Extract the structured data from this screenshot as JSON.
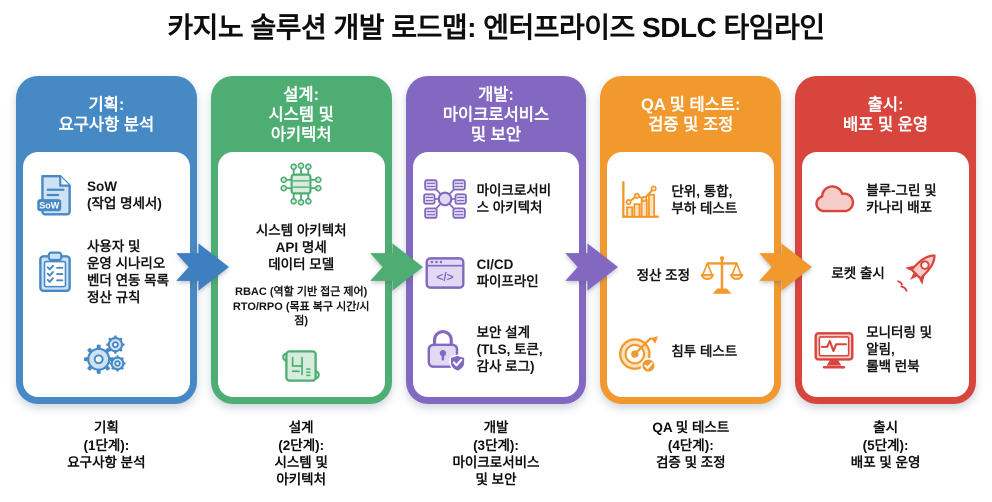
{
  "title": "카지노 솔루션 개발 로드맵: 엔터프라이즈 SDLC 타임라인",
  "arrow_colors": [
    "#3d7fc1",
    "#4ead72",
    "#8268c0",
    "#f2992e"
  ],
  "icon_texts": {
    "sow_badge": "SoW",
    "code_glyph": "</>"
  },
  "stages": [
    {
      "name": "planning",
      "color": "#4689c5",
      "tint": "#cfe2f4",
      "header": "기획:\n요구사항 분석",
      "items": [
        {
          "icon": "sow-document",
          "text": "SoW\n(작업 명세서)"
        },
        {
          "icon": "clipboard-checklist",
          "text": "사용자 및\n운영 시나리오\n벤더 연동 목록\n정산 규칙"
        },
        {
          "icon": "gears",
          "text": ""
        }
      ],
      "footer": "기획\n(1단계):\n요구사항 분석"
    },
    {
      "name": "design",
      "color": "#4ead72",
      "tint": "#d6ecdd",
      "header": "설계:\n시스템 및\n아키텍처",
      "items": [
        {
          "icon": "network-chip",
          "text": ""
        },
        {
          "icon": "",
          "text": "시스템 아키텍처\nAPI 명세\n데이터 모델"
        },
        {
          "icon": "",
          "text": "RBAC (역할 기반 접근 제어)\nRTO/RPO (목표 복구 시간/시점)"
        },
        {
          "icon": "blueprint-scroll",
          "text": ""
        }
      ],
      "footer": "설계\n(2단계):\n시스템 및\n아키텍처"
    },
    {
      "name": "development",
      "color": "#8268c0",
      "tint": "#e2d9f3",
      "header": "개발:\n마이크로서비스\n및 보안",
      "items": [
        {
          "icon": "microservices",
          "text": "마이크로서비\n스 아키텍처"
        },
        {
          "icon": "code-window",
          "text": "CI/CD\n파이프라인"
        },
        {
          "icon": "lock-shield",
          "text": "보안 설계\n(TLS, 토큰,\n감사 로그)"
        }
      ],
      "footer": "개발\n(3단계):\n마이크로서비스\n및 보안"
    },
    {
      "name": "qa-testing",
      "color": "#f2992e",
      "tint": "#fce3c0",
      "header": "QA 및 테스트:\n검증 및 조정",
      "items": [
        {
          "icon": "bar-chart",
          "text": "단위, 통합,\n부하 테스트"
        },
        {
          "icon": "balance-scale",
          "text": "정산 조정"
        },
        {
          "icon": "target-dart",
          "text": "침투 테스트"
        }
      ],
      "footer": "QA 및 테스트\n(4단계):\n검증 및 조정"
    },
    {
      "name": "launch",
      "color": "#d8453c",
      "tint": "#f6ccc8",
      "header": "출시:\n배포 및 운영",
      "items": [
        {
          "icon": "cloud",
          "text": "블루-그린 및\n카나리 배포"
        },
        {
          "icon": "rocket",
          "text": "로켓 출시"
        },
        {
          "icon": "monitor-alert",
          "text": "모니터링 및\n알림,\n롤백 런북"
        }
      ],
      "footer": "출시\n(5단계):\n배포 및 운영"
    }
  ]
}
